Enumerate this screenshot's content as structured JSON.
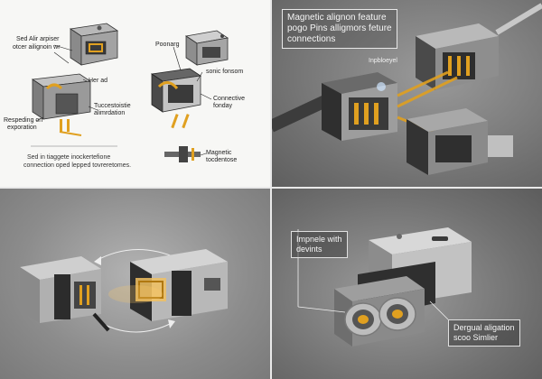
{
  "panel1": {
    "labels": {
      "sed_air": "Sed Alir arpiser",
      "other": "otcer ailignoin wr",
      "herad": "Her ad",
      "tuccesta": "Tuccestoistie",
      "alimdation": "alimrdation",
      "respeding": "Respeding on",
      "exporation": "exporation",
      "poonarg": "Poonarg",
      "sonic": "sonic fonsom",
      "connective": "Connective",
      "fonday": "fonday",
      "magnetic": "Magnetic",
      "tocdentose": "tocdentose"
    },
    "caption_lines": [
      "Sed in tiaggete inockertefione",
      "connection oped lepped tovreretomes."
    ]
  },
  "panel2": {
    "title_lines": [
      "Magnetic alignon feature",
      "pogo Pins alligmors feture",
      "connections"
    ],
    "label_inp": "Inpbloeyel"
  },
  "panel4": {
    "label_top_lines": [
      "Impnele with",
      "devints"
    ],
    "label_bottom_lines": [
      "Dergual aligation",
      "scoo Simlier"
    ]
  },
  "colors": {
    "accent_gold": "#e0a020",
    "body_gray": "#a8a8a8",
    "band_dark": "#3a3a3a"
  }
}
